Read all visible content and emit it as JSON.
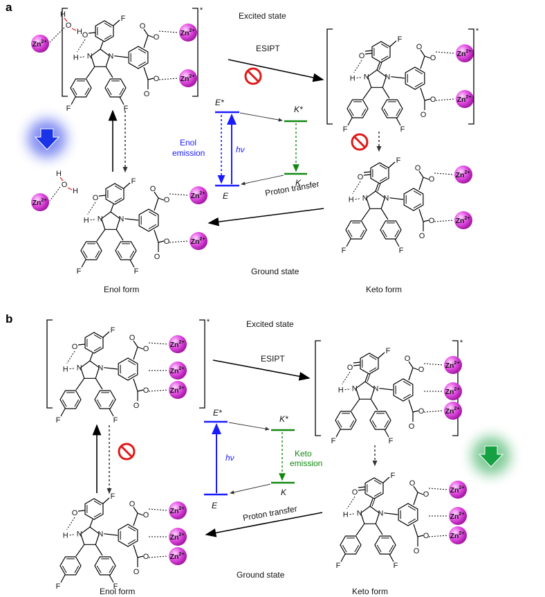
{
  "panels": [
    {
      "letter": "a",
      "excited_state": "Excited state",
      "ground_state": "Ground state",
      "esipt": "ESIPT",
      "proton_transfer": "Proton transfer",
      "enol_form": "Enol form",
      "keto_form": "Keto form",
      "e_star": "E*",
      "k_star": "K*",
      "e": "E",
      "k": "K",
      "hv": "hν",
      "emission_line1": "Enol",
      "emission_line2": "emission",
      "emission_color": "#1a1aff"
    },
    {
      "letter": "b",
      "excited_state": "Excited state",
      "ground_state": "Ground state",
      "esipt": "ESIPT",
      "proton_transfer": "Proton transfer",
      "enol_form": "Enol form",
      "keto_form": "Keto form",
      "e_star": "E*",
      "k_star": "K*",
      "e": "E",
      "k": "K",
      "hv": "hν",
      "emission_line1": "Keto",
      "emission_line2": "emission",
      "emission_color": "#118811"
    }
  ],
  "atoms": {
    "zn": "Zn",
    "charge": "2+",
    "f": "F",
    "o": "O",
    "n": "N",
    "h": "H"
  },
  "water": {
    "h": "H",
    "o": "O"
  },
  "colors": {
    "zn_ball": "#e34de3",
    "water": "#dd1111",
    "no_symbol": "#e01818",
    "blue_level": "#1a1aff",
    "green_level": "#118811",
    "glow_blue": "#1a33e6",
    "glow_green": "#14a043"
  }
}
